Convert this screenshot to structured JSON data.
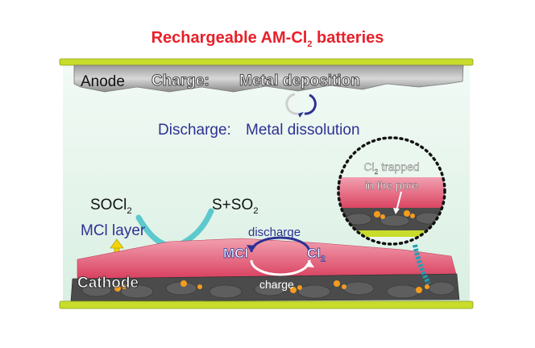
{
  "title": {
    "main": "Rechargeable AM-Cl",
    "sub": "2",
    "end": " batteries"
  },
  "anode": {
    "label": "Anode",
    "charge_label": "Charge:",
    "charge_process": "Metal deposition",
    "discharge_label": "Discharge:",
    "discharge_process": "Metal dissolution"
  },
  "cathode": {
    "label": "Cathode",
    "socl2": {
      "main": "SOCl",
      "sub": "2"
    },
    "s_so2": {
      "main": "S+SO",
      "sub": "2"
    },
    "mcl_layer": "MCl layer",
    "discharge": "discharge",
    "charge": "charge",
    "mcl": "MCl",
    "cl2": {
      "main": "Cl",
      "sub": "2"
    }
  },
  "inset": {
    "line1_main": "Cl",
    "line1_sub": "2",
    "line1_end": " trapped",
    "line2": "in the pore"
  },
  "colors": {
    "title": "#e8202a",
    "current_collector": "#c8dc2c",
    "electrolyte": "#e6f5ec",
    "mcl_layer": "#e84e6c",
    "carbon": "#4b4b4b",
    "cl2_droplet": "#f39c1e",
    "reaction_arrow": "#2e3192",
    "cyan_arc": "#5dc9cc"
  }
}
